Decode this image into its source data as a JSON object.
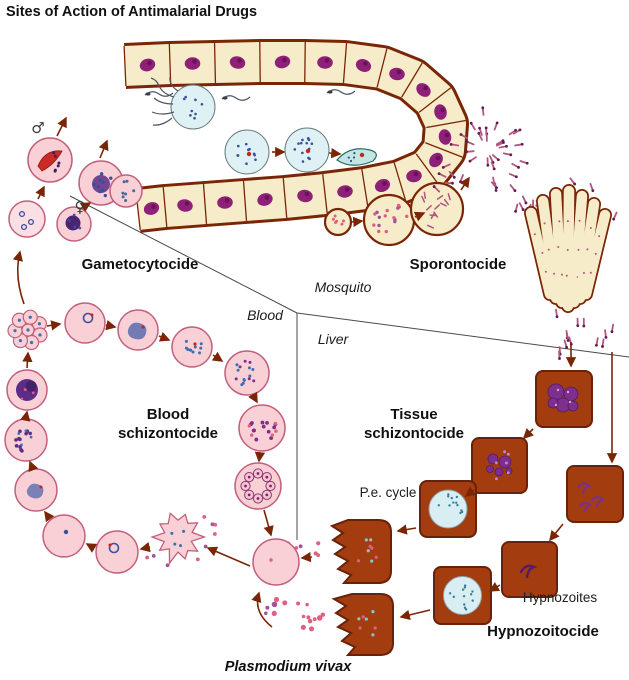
{
  "title": "Sites of Action of Antimalarial Drugs",
  "regions": {
    "mosquito": "Mosquito",
    "blood": "Blood",
    "liver": "Liver"
  },
  "drug_sites": {
    "gametocytocide": "Gametocytocide",
    "sporontocide": "Sporontocide",
    "blood_schizontocide_line1": "Blood",
    "blood_schizontocide_line2": "schizontocide",
    "tissue_schizontocide_line1": "Tissue",
    "tissue_schizontocide_line2": "schizontocide",
    "hypnozoitocide": "Hypnozoitocide"
  },
  "labels": {
    "pe_cycle": "P.e. cycle",
    "hypnozoites": "Hypnozoites",
    "organism": "Plasmodium vivax",
    "male_symbol": "♂",
    "female_symbol": "♀"
  },
  "colors": {
    "gut_outline": "#7a2606",
    "gut_fill": "#f7ecca",
    "nucleus": "#8e2077",
    "nucleus_dark": "#6a1259",
    "rbc_fill": "#f8d0d6",
    "rbc_fill_light": "#fadfe4",
    "rbc_stroke": "#c2607c",
    "lumen_cell_fill": "#def1f5",
    "lumen_cell_stroke": "#6a7b80",
    "ookinete_fill": "#c2e7e2",
    "ookinete_stroke": "#2a6b66",
    "liver_fill": "#a33c0e",
    "liver_stroke": "#69220a",
    "parasite_purple": "#7d2f8e",
    "parasite_purple_dark": "#551b66",
    "schizont_blue_fill": "#d9eef3",
    "schizont_blue_stroke": "#8fa8b5",
    "blue_dot": "#3a6fb5",
    "indigo": "#3a4f9c",
    "merozoite_pink": "#e06080",
    "merozoite_purple": "#a0529a",
    "sporozoite": "#b2557f",
    "sporozoite_head": "#5f1b52",
    "red_dot": "#cc2222",
    "arrow": "#7a2606",
    "divider": "#4a4a4a"
  }
}
